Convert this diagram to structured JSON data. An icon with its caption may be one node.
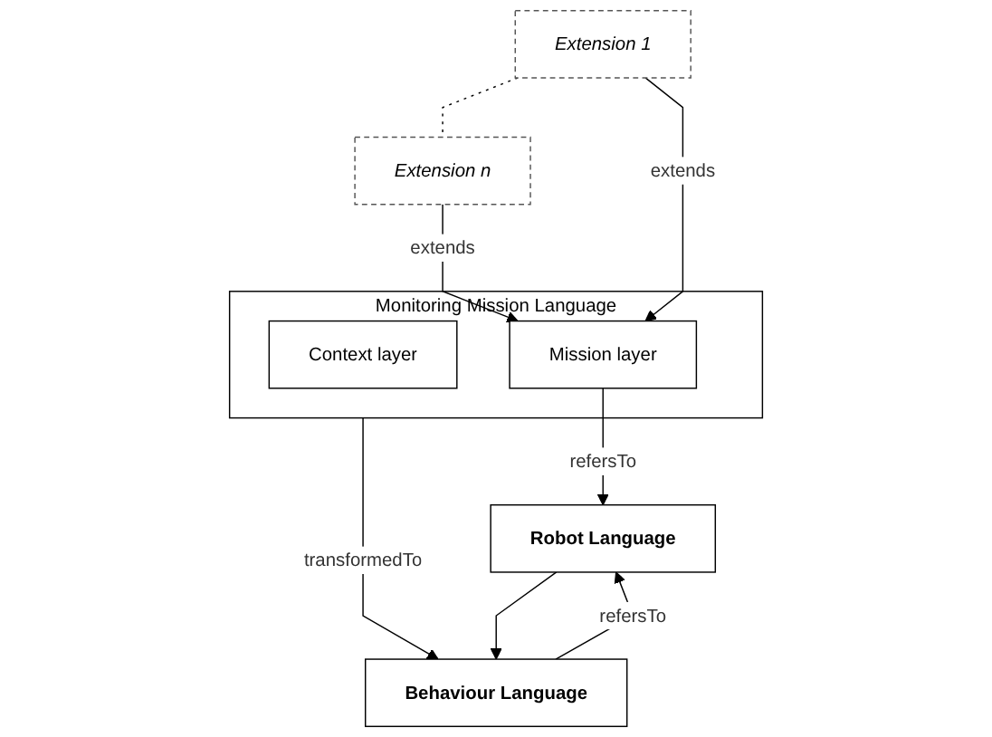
{
  "diagram": {
    "nodes": [
      {
        "text": [
          "Extension 1"
        ]
      },
      {
        "text": [
          "Extension n"
        ]
      },
      {
        "text": [
          "Monitoring Mission Language"
        ]
      },
      {
        "text": [
          "Context layer"
        ],
        "in": 2
      },
      {
        "text": [
          "Mission layer"
        ],
        "in": 2
      },
      {
        "text": [
          "Robot Language"
        ]
      },
      {
        "text": [
          "Behaviour Language"
        ]
      }
    ],
    "edges": [
      {
        "from": 0,
        "to": 1,
        "arrow": "none",
        "style": "dashed"
      },
      {
        "from": 0,
        "to": 4,
        "arrow": "to",
        "label": "extends"
      },
      {
        "from": 1,
        "to": 4,
        "arrow": "to",
        "label": "extends"
      },
      {
        "from": 4,
        "to": 5,
        "arrow": "to",
        "label": "refersTo"
      },
      {
        "from": 2,
        "to": 6,
        "arrow": "to",
        "label": "transformedTo"
      },
      {
        "from": 5,
        "to": 6,
        "arrow": "to"
      },
      {
        "from": 6,
        "to": 5,
        "arrow": "to",
        "label": "refersTo"
      }
    ]
  }
}
